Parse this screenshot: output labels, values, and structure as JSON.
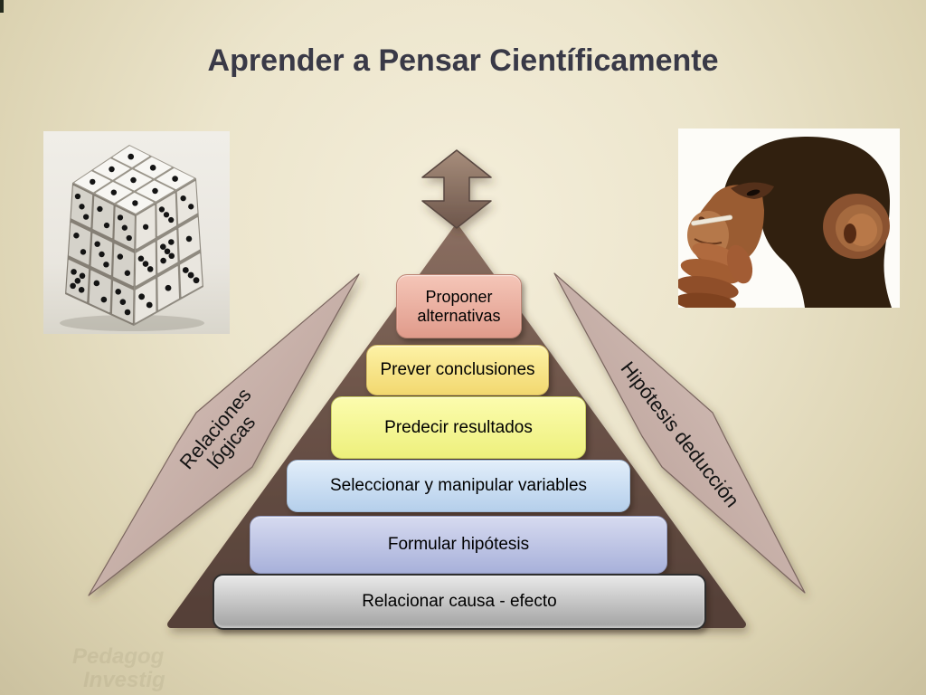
{
  "slide": {
    "title": "Aprender a Pensar Científicamente"
  },
  "pyramid": {
    "body_color": "#6b5348",
    "arrow_color": "#8a7163",
    "levels": [
      {
        "label": "Proponer alternativas",
        "fill": "#e8a795",
        "border": "#b97f6e"
      },
      {
        "label": "Prever conclusiones",
        "fill": "#f8e48b",
        "border": "#d6bd62"
      },
      {
        "label": "Predecir resultados",
        "fill": "#f4f695",
        "border": "#cdd162"
      },
      {
        "label": "Seleccionar y manipular variables",
        "fill": "#cbdef4",
        "border": "#9fb9d6"
      },
      {
        "label": "Formular hipótesis",
        "fill": "#bfc6e8",
        "border": "#959dc4"
      },
      {
        "label": "Relacionar causa - efecto",
        "fill": "#c2c2c2",
        "border": "#2e2e2e"
      }
    ]
  },
  "side_labels": {
    "left": {
      "line1": "Relaciones",
      "line2": "lógicas"
    },
    "right": {
      "text": "Hipótesis deducción"
    }
  },
  "images": {
    "left": "dice-cube-photo",
    "right": "chimpanzee-thinking-photo"
  },
  "watermark": {
    "line1": "Pedagog",
    "line2": "Investig"
  },
  "background": {
    "center": "#f4eeda",
    "edge": "#cbc19f"
  }
}
